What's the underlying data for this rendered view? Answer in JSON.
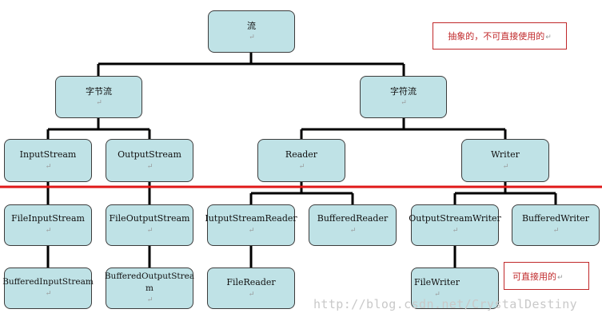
{
  "nodes": {
    "root": "流",
    "byte_stream": "字节流",
    "char_stream": "字符流",
    "input_stream": "InputStream",
    "output_stream": "OutputStream",
    "reader": "Reader",
    "writer": "Writer",
    "file_input_stream": "FileInputStream",
    "file_output_stream": "FileOutputStream",
    "input_stream_reader": "IutputStreamReader",
    "buffered_reader": "BufferedReader",
    "output_stream_writer": "OutputStreamWriter",
    "buffered_writer": "BufferedWriter",
    "buffered_input_stream": "BufferedInputStream",
    "buffered_output_stream_line1": "BufferedOutputStrea",
    "buffered_output_stream_line2": "m",
    "file_reader": "FileReader",
    "file_writer": "FileWriter"
  },
  "paragraph_mark": "↵",
  "notes": {
    "abstract": "抽象的，不可直接使用的",
    "concrete": "可直接用的"
  },
  "watermark": "http://blog.csdn.net/CrystalDestiny",
  "colors": {
    "node_fill": "#bfe2e6",
    "connector": "#000000",
    "divider": "#e01818",
    "note": "#c0282a"
  }
}
